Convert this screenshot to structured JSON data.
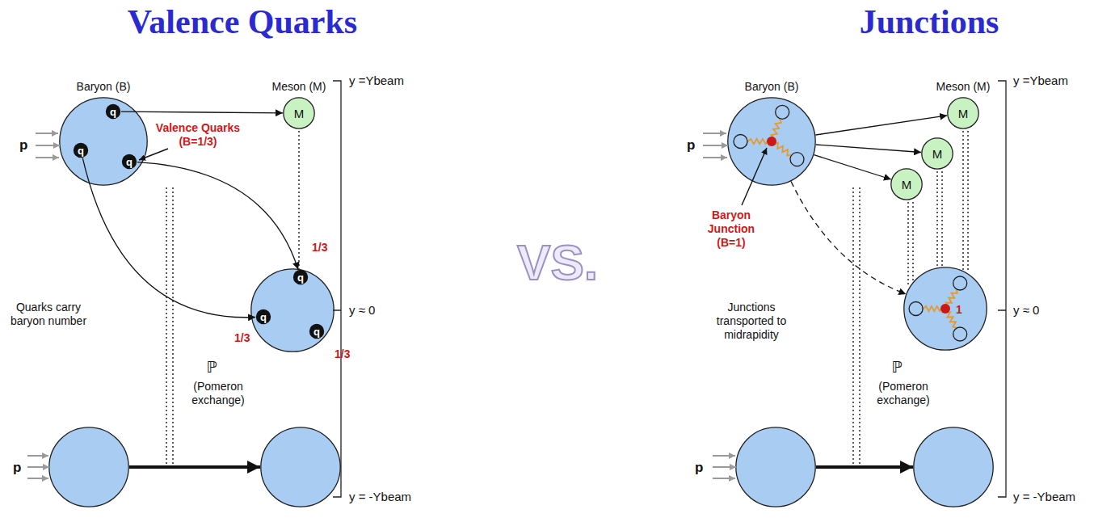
{
  "diagram": {
    "nodes": [
      {
        "text": [
          "Baryon (B)"
        ]
      },
      {
        "text": [
          "q"
        ],
        "in": 0
      },
      {
        "text": [
          "q"
        ],
        "in": 0
      },
      {
        "text": [
          "q"
        ],
        "in": 0
      },
      {
        "text": [
          "Meson (M)",
          "M"
        ]
      },
      {
        "text": []
      },
      {
        "text": [
          "q"
        ],
        "in": 5
      },
      {
        "text": [
          "q"
        ],
        "in": 5
      },
      {
        "text": [
          "q"
        ],
        "in": 5
      },
      {
        "text": []
      },
      {
        "text": []
      },
      {
        "text": [
          "Baryon (B)"
        ]
      },
      {
        "text": [
          "Meson (M)",
          "M"
        ]
      },
      {
        "text": [
          "M"
        ]
      },
      {
        "text": [
          "M"
        ]
      },
      {
        "text": []
      },
      {
        "text": []
      },
      {
        "text": []
      }
    ],
    "edges": [
      {
        "from": 1,
        "to": 4,
        "arrow": "to"
      },
      {
        "from": 2,
        "to": 7,
        "arrow": "to"
      },
      {
        "from": 3,
        "to": 6,
        "arrow": "to"
      },
      {
        "from": 9,
        "to": 10,
        "arrow": "to"
      },
      {
        "from": 11,
        "to": 12,
        "arrow": "to"
      },
      {
        "from": 11,
        "to": 13,
        "arrow": "to"
      },
      {
        "from": 11,
        "to": 14,
        "arrow": "to"
      },
      {
        "from": 11,
        "to": 15,
        "arrow": "to"
      },
      {
        "from": 16,
        "to": 17,
        "arrow": "to"
      }
    ],
    "labels": [
      "Valence Quarks",
      "VS.",
      "Junctions",
      "p",
      "Valence Quarks (B=1/3)",
      "1/3",
      "1/3",
      "1/3",
      "y =Ybeam",
      "y ≈ 0",
      "Quarks carry baryon number",
      "ℙ",
      "(Pomeron exchange)",
      "p",
      "y = -Ybeam",
      "p",
      "Baryon Junction (B=1)",
      "1",
      "y =Ybeam",
      "Junctions transported to midrapidity",
      "y ≈ 0",
      "ℙ",
      "(Pomeron exchange)",
      "p",
      "y = -Ybeam"
    ]
  }
}
